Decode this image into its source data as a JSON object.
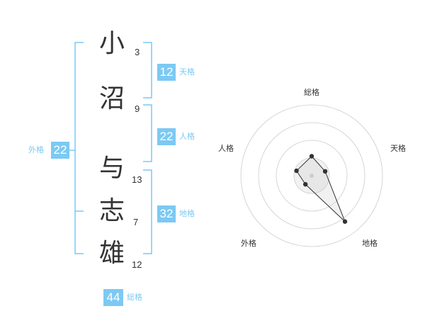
{
  "name": {
    "chars": [
      {
        "char": "小",
        "strokes": "3"
      },
      {
        "char": "沼",
        "strokes": "9"
      },
      {
        "char": "与",
        "strokes": "13"
      },
      {
        "char": "志",
        "strokes": "7"
      },
      {
        "char": "雄",
        "strokes": "12"
      }
    ]
  },
  "fortunes": {
    "tenkaku": {
      "value": "12",
      "label": "天格"
    },
    "jinkaku": {
      "value": "22",
      "label": "人格"
    },
    "chikaku": {
      "value": "32",
      "label": "地格"
    },
    "gaikaku": {
      "value": "22",
      "label": "外格"
    },
    "soukaku": {
      "value": "44",
      "label": "総格"
    }
  },
  "colors": {
    "accent": "#7cc9f4",
    "text": "#333333",
    "grid": "#cccccc"
  },
  "chart_data": {
    "type": "radar",
    "axes": [
      "総格",
      "天格",
      "地格",
      "外格",
      "人格"
    ],
    "values": [
      1.1,
      0.8,
      3.2,
      0.6,
      0.9
    ],
    "rmax": 4,
    "rings": 4
  }
}
